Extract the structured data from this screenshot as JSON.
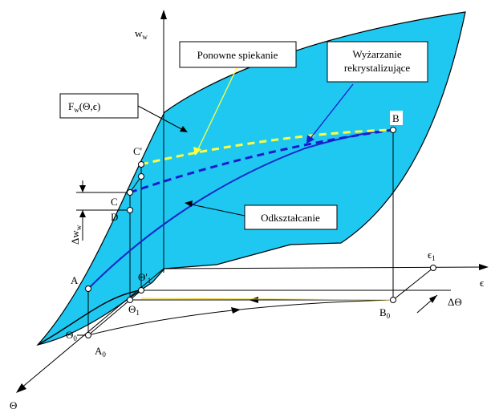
{
  "axes": {
    "vertical": "w",
    "vertical_sub": "w",
    "horizontal": "ϵ",
    "depth": "Θ"
  },
  "callouts": {
    "resintering": "Ponowne spiekanie",
    "annealing_line1": "Wyżarzanie",
    "annealing_line2": "rekrystalizujące",
    "surface_main": "F",
    "surface_sub": "w",
    "surface_args": "(Θ,ϵ)",
    "deformation": "Odkształcanie"
  },
  "points": {
    "A": "A",
    "B": "B",
    "C": "C",
    "C_prime": "C'",
    "D": "D",
    "A0": "A",
    "A0_sub": "0",
    "B0": "B",
    "B0_sub": "0",
    "theta0": "Θ",
    "theta0_sub": "0",
    "theta1": "Θ",
    "theta1_sub": "1",
    "theta1_prime": "Θ'",
    "theta1_prime_sub": "1",
    "eps1": "ϵ",
    "eps1_sub": "1"
  },
  "deltas": {
    "delta_w": "Δw",
    "delta_w_sub": "w",
    "delta_theta": "ΔΘ"
  },
  "colors": {
    "surface": "#1ec8f0",
    "deformation_path": "#1428c8",
    "annealing_path": "#1a1ad0",
    "resintering_path": "#ffff40",
    "leader": "#ffff40"
  }
}
